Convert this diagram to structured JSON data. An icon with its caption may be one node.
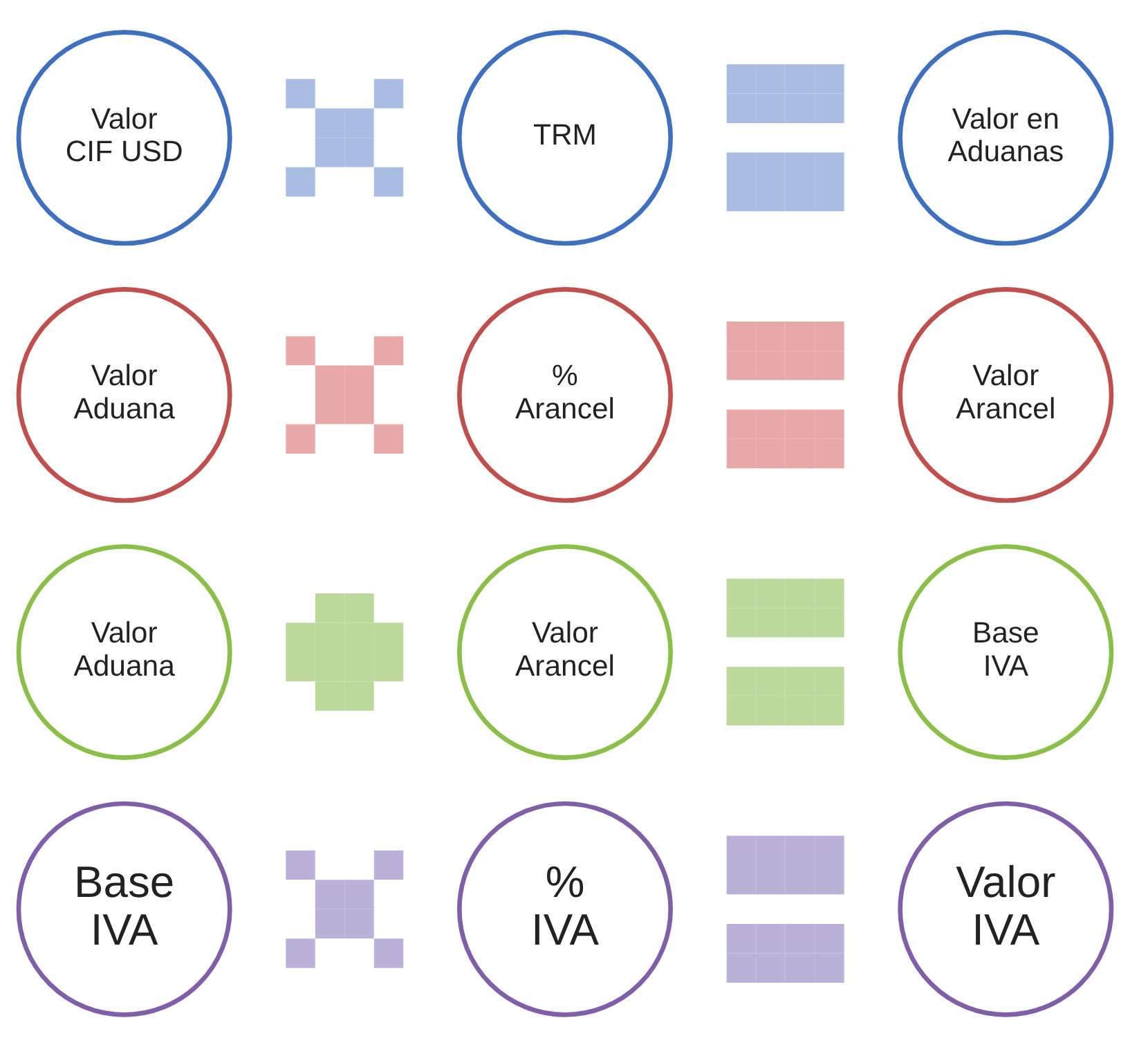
{
  "diagram": {
    "nodes": [
      {
        "text": [
          "Valor CIF USD"
        ]
      },
      {
        "text": [],
        "shape": "cross"
      },
      {
        "text": [
          "TRM"
        ]
      },
      {
        "text": [],
        "shape": "equals"
      },
      {
        "text": [
          "Valor en Aduanas"
        ]
      },
      {
        "text": [
          "Valor Aduana"
        ]
      },
      {
        "text": [],
        "shape": "cross"
      },
      {
        "text": [
          "% Arancel"
        ]
      },
      {
        "text": [],
        "shape": "equals"
      },
      {
        "text": [
          "Valor Arancel"
        ]
      },
      {
        "text": [
          "Valor Aduana"
        ]
      },
      {
        "text": [],
        "shape": "plus"
      },
      {
        "text": [
          "Valor Arancel"
        ]
      },
      {
        "text": [],
        "shape": "equals"
      },
      {
        "text": [
          "Base IVA"
        ]
      },
      {
        "text": [
          "Base IVA"
        ]
      },
      {
        "text": [],
        "shape": "cross"
      },
      {
        "text": [
          "% IVA"
        ]
      },
      {
        "text": [],
        "shape": "equals"
      },
      {
        "text": [
          "Valor IVA"
        ]
      }
    ],
    "edges": []
  }
}
